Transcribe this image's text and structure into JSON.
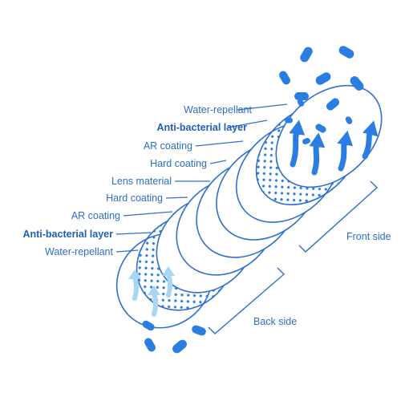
{
  "layers": [
    {
      "label": "Water-repellant",
      "bold": false
    },
    {
      "label": "Anti-bacterial layer",
      "bold": true
    },
    {
      "label": "AR coating",
      "bold": false
    },
    {
      "label": "Hard coating",
      "bold": false
    },
    {
      "label": "Lens material",
      "bold": false
    },
    {
      "label": "Hard coating",
      "bold": false
    },
    {
      "label": "AR coating",
      "bold": false
    },
    {
      "label": "Anti-bacterial layer",
      "bold": true
    },
    {
      "label": "Water-repellant",
      "bold": false
    }
  ],
  "sides": {
    "front": "Front side",
    "back": "Back side"
  },
  "colors": {
    "stroke": "#2f6fd0",
    "fill": "#2a7de1",
    "light": "#a9d6f5",
    "text": "#2b6fc4"
  }
}
